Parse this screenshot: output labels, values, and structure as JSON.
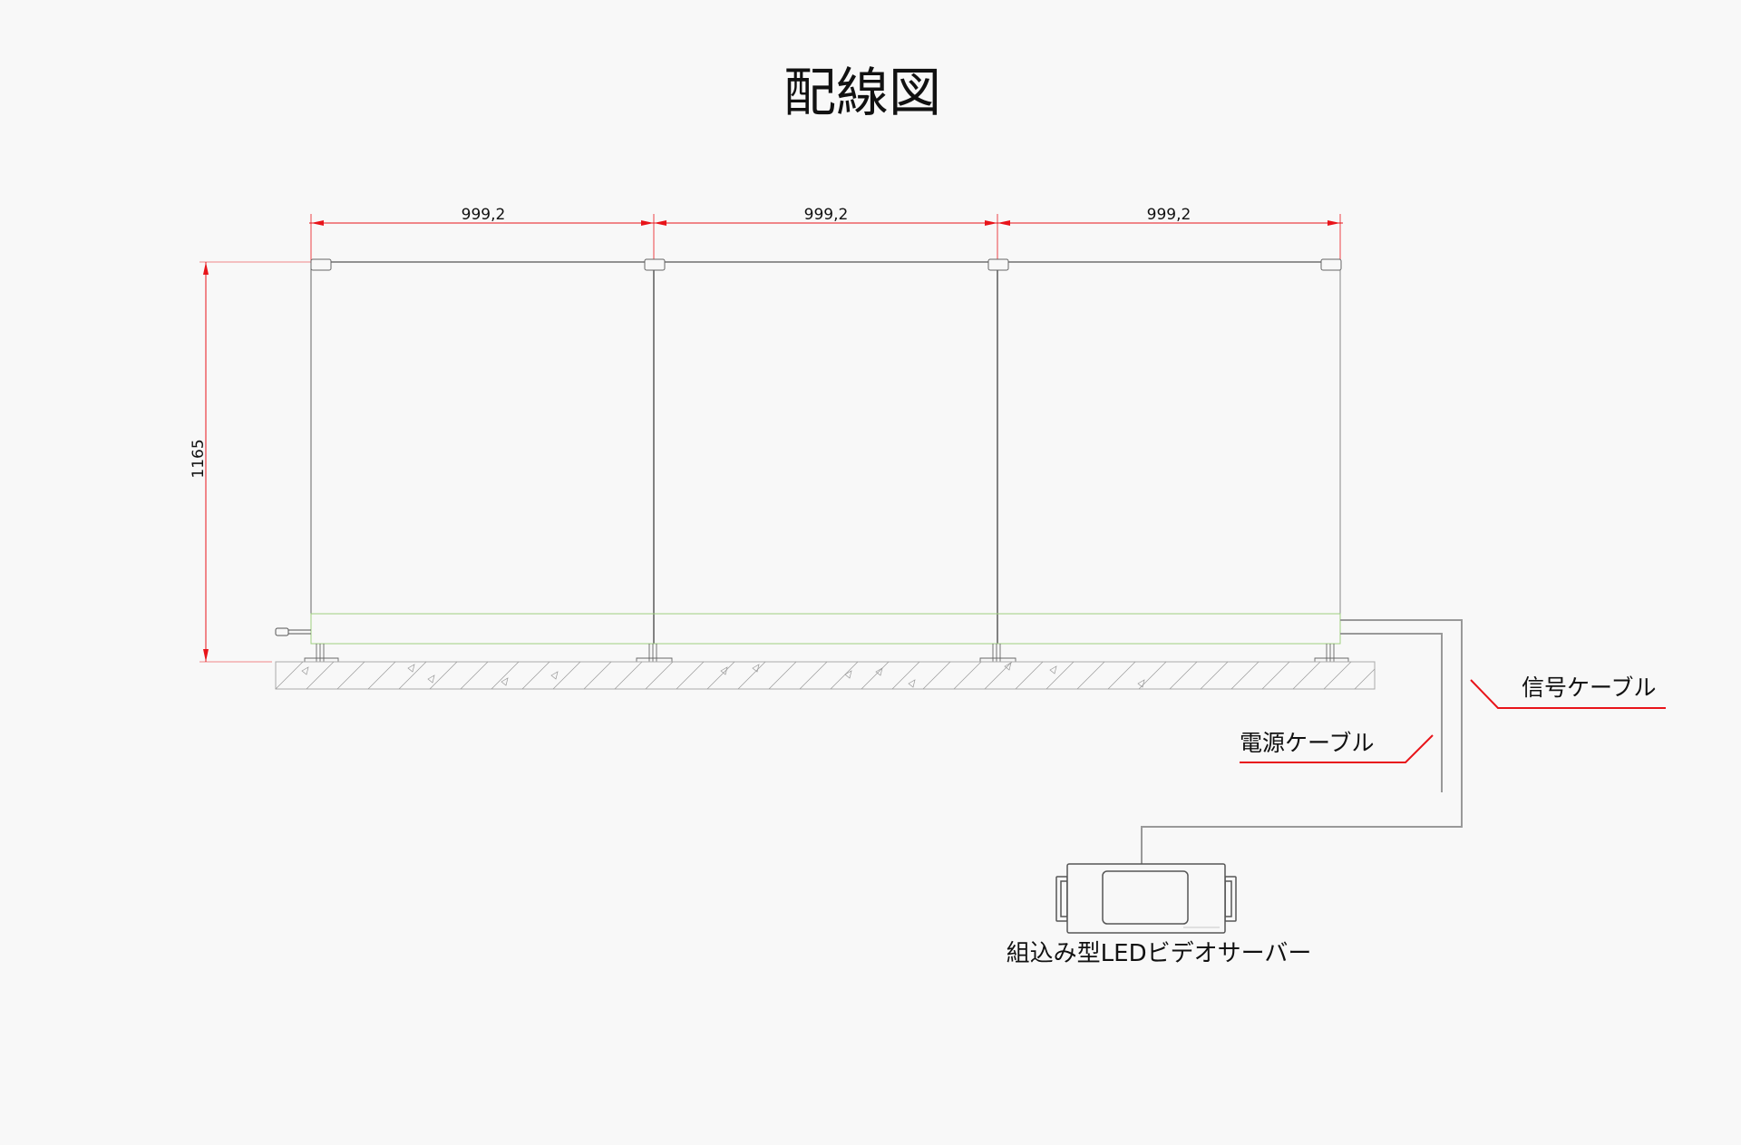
{
  "title": "配線図",
  "dimensions": {
    "panel_width_1": "999,2",
    "panel_width_2": "999,2",
    "panel_width_3": "999,2",
    "height": "1165"
  },
  "labels": {
    "signal_cable": "信号ケーブル",
    "power_cable": "電源ケーブル",
    "server": "組込み型LEDビデオサーバー"
  },
  "colors": {
    "dimension": "#e8141a",
    "frame": "#555555",
    "band": "#9fd07f",
    "cable": "#999999",
    "background": "#f8f8f8"
  }
}
